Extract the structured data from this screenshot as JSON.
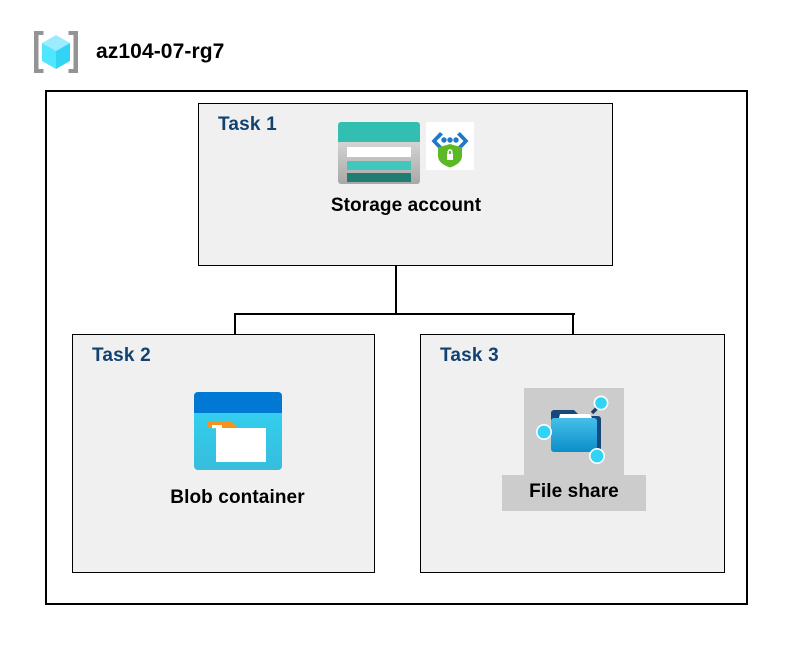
{
  "header": {
    "resource_group_icon": "azure-resource-group-icon",
    "title": "az104-07-rg7"
  },
  "diagram": {
    "boundary_name": "resource-group-boundary",
    "boxes": [
      {
        "id": "task1",
        "label": "Task 1",
        "node": {
          "caption": "Storage account",
          "icons": [
            "storage-account-icon",
            "private-endpoint-shield-icon"
          ],
          "highlighted": false
        }
      },
      {
        "id": "task2",
        "label": "Task 2",
        "node": {
          "caption": "Blob container",
          "icons": [
            "blob-container-icon"
          ],
          "highlighted": false
        }
      },
      {
        "id": "task3",
        "label": "Task 3",
        "node": {
          "caption": "File share",
          "icons": [
            "file-share-icon"
          ],
          "highlighted": true
        }
      }
    ],
    "connections": [
      {
        "from": "Storage account",
        "to": "Blob container"
      },
      {
        "from": "Storage account",
        "to": "File share"
      }
    ]
  },
  "colors": {
    "task_label": "#114270",
    "box_fill": "#f0f0f0",
    "box_border": "#000000",
    "boundary_border": "#000000",
    "canvas": "#ffffff",
    "selection_highlight": "#cccccc",
    "storage_teal": "#32beb0",
    "storage_teal_dark": "#1f7d72",
    "blob_blue": "#0078d4",
    "blob_cyan": "#32d4f5",
    "blob_orange": "#f7921e",
    "shield_green": "#5cb925",
    "cube_cyan": "#50e6ff",
    "bracket_gray": "#949494"
  }
}
